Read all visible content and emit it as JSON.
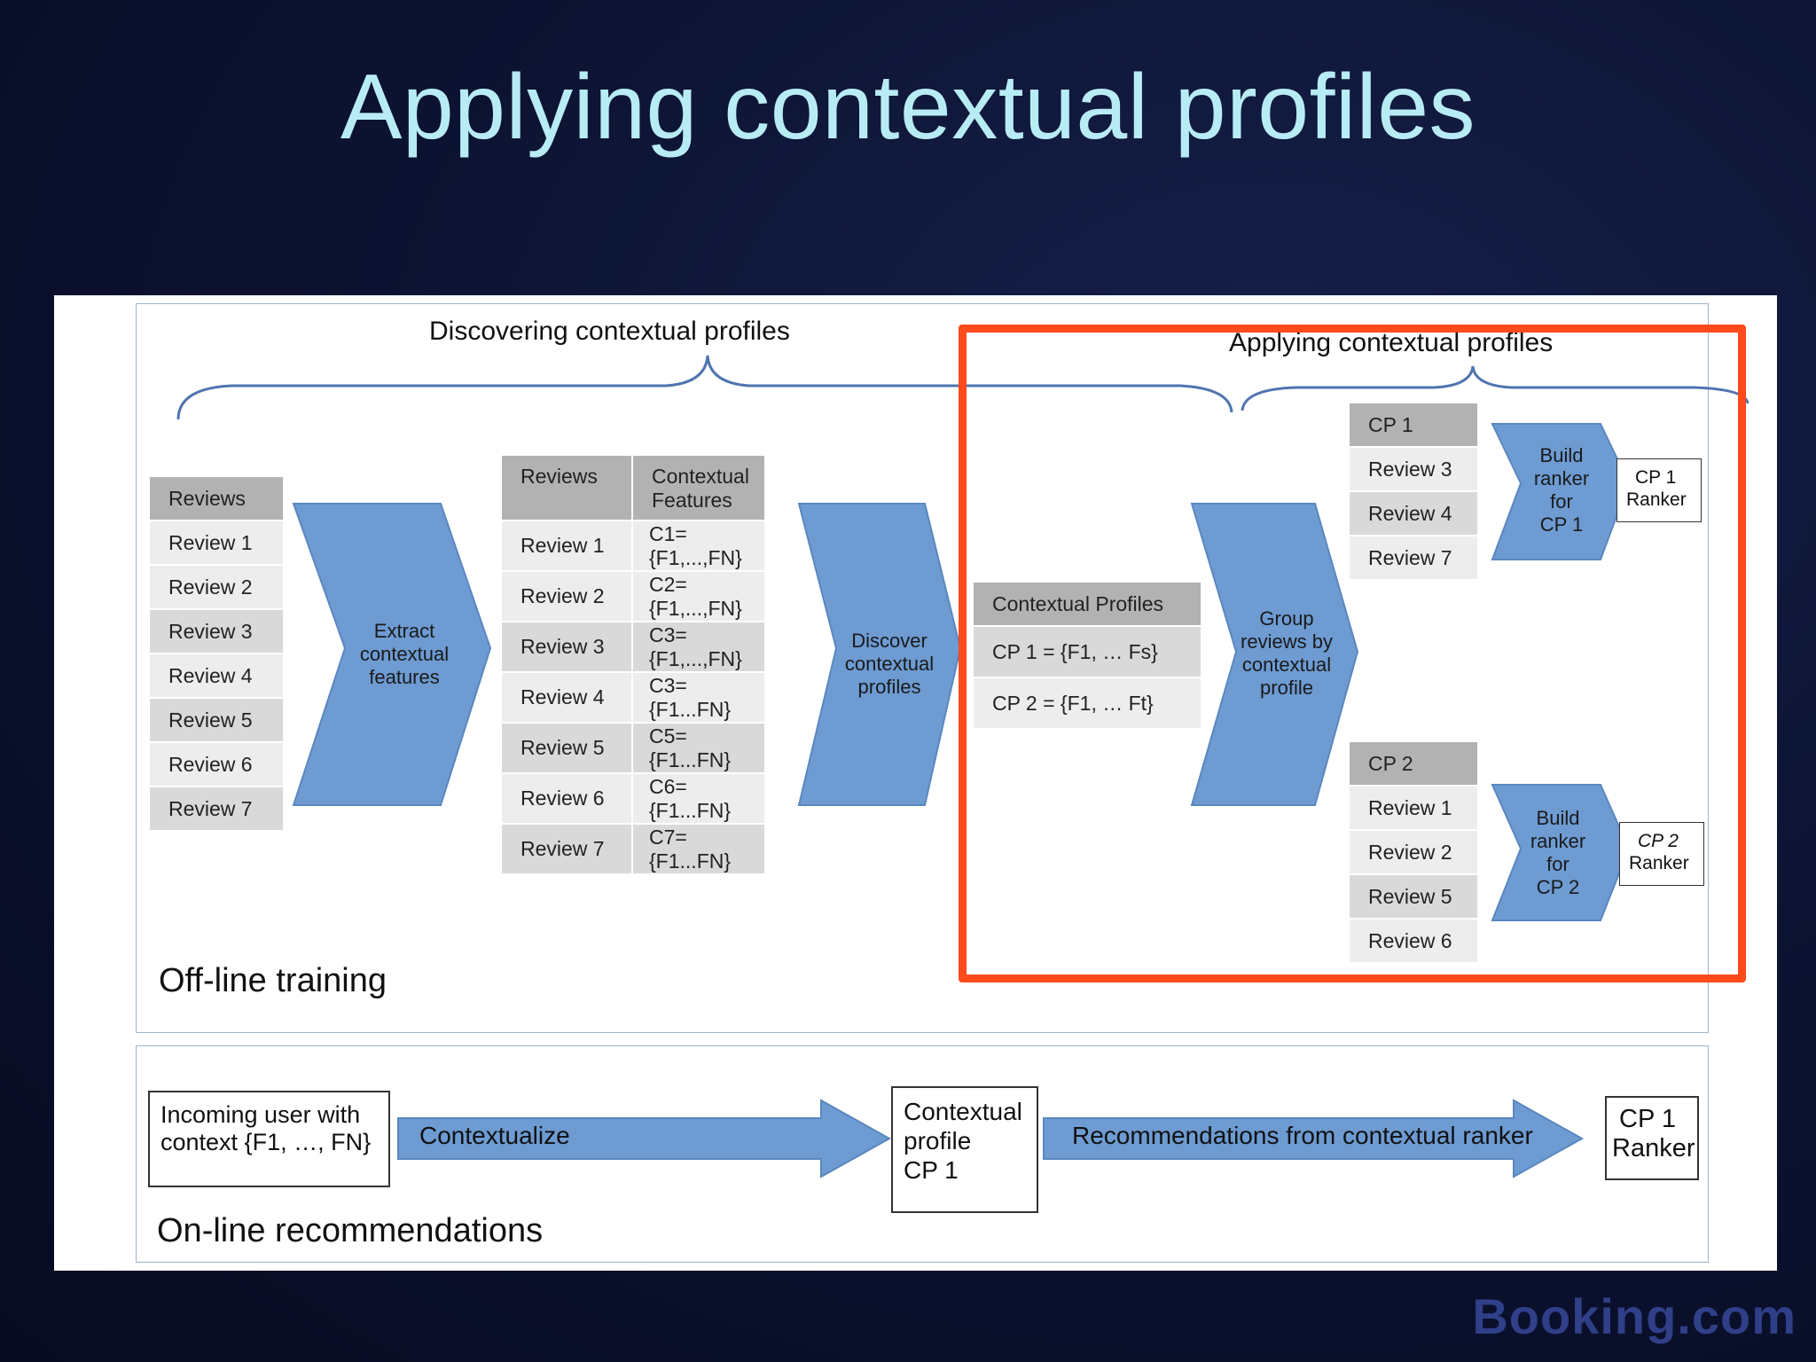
{
  "slide": {
    "title": "Applying contextual profiles",
    "brand": "Booking.com"
  },
  "offline": {
    "section_label": "Off-line training",
    "brace_discover": "Discovering contextual profiles",
    "brace_apply": "Applying contextual profiles",
    "reviews_table": {
      "header": "Reviews",
      "rows": [
        "Review 1",
        "Review 2",
        "Review 3",
        "Review 4",
        "Review 5",
        "Review 6",
        "Review 7"
      ]
    },
    "arrow_extract": [
      "Extract",
      "contextual",
      "features"
    ],
    "features_table": {
      "headers": [
        "Reviews",
        "Contextual Features"
      ],
      "rows": [
        {
          "review": "Review 1",
          "features": "C1={F1,...,FN}"
        },
        {
          "review": "Review 2",
          "features": "C2={F1,...,FN}"
        },
        {
          "review": "Review 3",
          "features": "C3={F1,...,FN}"
        },
        {
          "review": "Review 4",
          "features": "C3={F1...FN}"
        },
        {
          "review": "Review 5",
          "features": "C5={F1...FN}"
        },
        {
          "review": "Review 6",
          "features": "C6={F1...FN}"
        },
        {
          "review": "Review 7",
          "features": "C7={F1...FN}"
        }
      ]
    },
    "arrow_discover": [
      "Discover",
      "contextual",
      "profiles"
    ],
    "profiles_table": {
      "header": "Contextual Profiles",
      "rows": [
        "CP 1 = {F1, … Fs}",
        "CP 2 = {F1, … Ft}"
      ]
    },
    "arrow_group": [
      "Group",
      "reviews by",
      "contextual",
      "profile"
    ],
    "cp1_table": {
      "header": "CP 1",
      "rows": [
        "Review 3",
        "Review 4",
        "Review 7"
      ]
    },
    "cp2_table": {
      "header": "CP 2",
      "rows": [
        "Review 1",
        "Review 2",
        "Review 5",
        "Review 6"
      ]
    },
    "arrow_build1": [
      "Build",
      "ranker",
      "for",
      "CP 1"
    ],
    "arrow_build2": [
      "Build",
      "ranker",
      "for",
      "CP 2"
    ],
    "ranker1": [
      "CP 1",
      "Ranker"
    ],
    "ranker2": [
      "CP 2",
      "Ranker"
    ]
  },
  "online": {
    "section_label": "On-line recommendations",
    "incoming": [
      "Incoming user with",
      "context {F1, …, FN}"
    ],
    "arrow_contextualize": "Contextualize",
    "profile_box": [
      "Contextual",
      "profile",
      "CP 1"
    ],
    "arrow_recommend": "Recommendations from contextual ranker",
    "ranker_box": [
      "CP 1",
      "Ranker"
    ]
  },
  "colors": {
    "arrow": "#6d9bd2",
    "highlight": "#ff4a1c",
    "title": "#b8ecf5"
  }
}
